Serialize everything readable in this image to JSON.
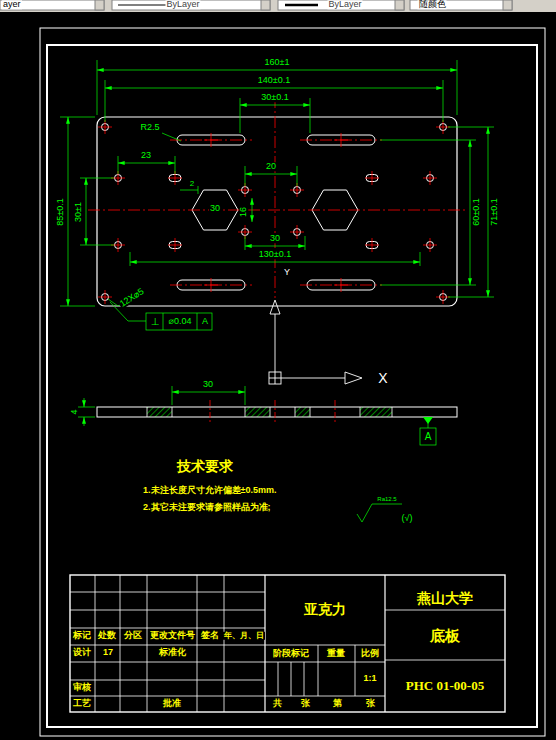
{
  "diagram": {
    "labels": [
      "ayer",
      "ByLayer",
      "ByLayer",
      "随颜色",
      "160±1",
      "140±0.1",
      "30±0.1",
      "R2.5",
      "23",
      "2",
      "20",
      "30",
      "16",
      "30",
      "130±0.1",
      "85±0.1",
      "30±1",
      "60±0.1",
      "71±0.1",
      "Y",
      "12X⌀5",
      "⊥",
      "⌀0.04",
      "A",
      "X",
      "4",
      "30",
      "A",
      "技术要求",
      "1.未注长度尺寸允许偏差±0.5mm.",
      "2.其它未注要求请参照样品为准;",
      "Ra12.5",
      "(√)",
      "标记",
      "处数",
      "分区",
      "更改文件号",
      "签名",
      "年、月、日",
      "设计",
      "17",
      "标准化",
      "审核",
      "工艺",
      "批准",
      "亚克力",
      "阶段标记",
      "重量",
      "比例",
      "1:1",
      "共",
      "张",
      "第",
      "张",
      "燕山大学",
      "底板",
      "PHC 01-00-05"
    ]
  }
}
